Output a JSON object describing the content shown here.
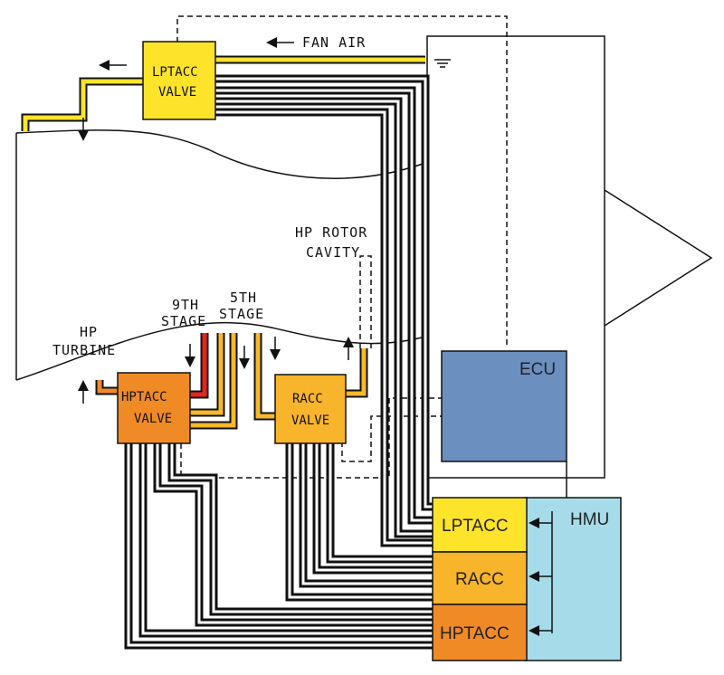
{
  "labels": {
    "fan_air": "FAN AIR",
    "hp_rotor": "HP ROTOR",
    "cavity": "CAVITY",
    "stage9_num": "9TH",
    "stage9_word": "STAGE",
    "stage5_num": "5TH",
    "stage5_word": "STAGE",
    "hp": "HP",
    "turbine": "TURBINE"
  },
  "valves": {
    "lptacc": {
      "line1": "LPTACC",
      "line2": "VALVE"
    },
    "hptacc": {
      "line1": "HPTACC",
      "line2": "VALVE"
    },
    "racc": {
      "line1": "RACC",
      "line2": "VALVE"
    }
  },
  "ecu": {
    "label": "ECU"
  },
  "hmu": {
    "label": "HMU",
    "slots": [
      "LPTACC",
      "RACC",
      "HPTACC"
    ]
  },
  "colors": {
    "lptacc": "#fde42a",
    "hptacc": "#f08a25",
    "racc": "#f8b42b",
    "stage9": "#e52420",
    "stage5": "#f6b928",
    "ecu": "#6b8fbf",
    "hmu": "#a6dcea"
  }
}
